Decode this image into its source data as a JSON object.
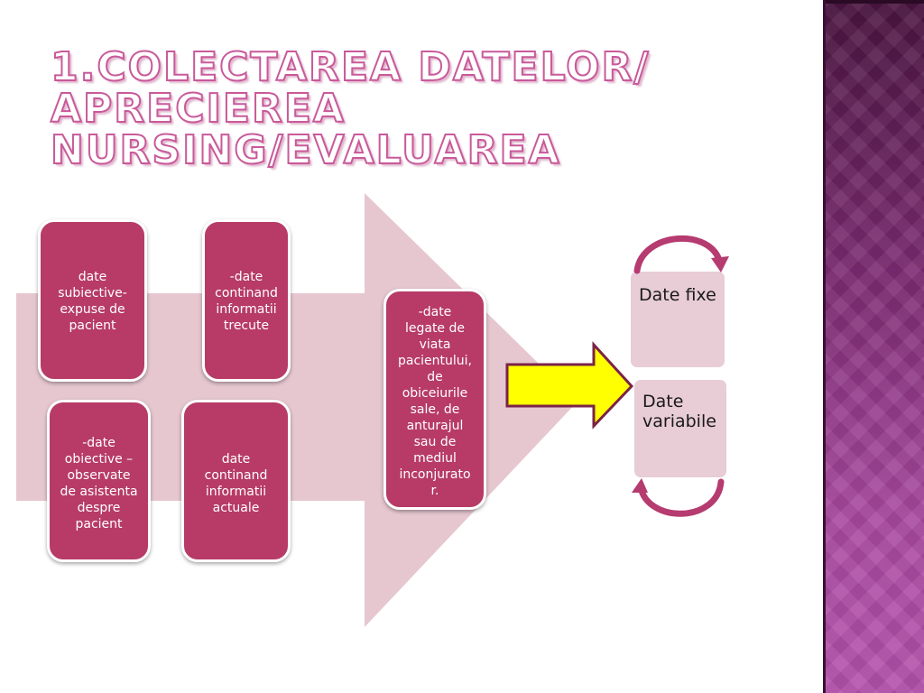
{
  "title": {
    "line1": "1.COLECTAREA  DATELOR/",
    "line2": "APRECIEREA NURSING/EVALUAREA"
  },
  "diagram": {
    "boxes": {
      "subjective": "date subiective-\nexpuse de\npacient",
      "past_info": "-date\ncontinand\ninformatii\ntrecute",
      "objective": "-date\nobiective –\nobservate\nde asistenta\ndespre\npacient",
      "current_info": "date\ncontinand\ninformatii\nactuale",
      "life_data": "-date\nlegate de\nviata\npacientului,\nde\nobiceiurile\nsale, de\nanturajul\nsau  de\nmediul\ninconjurato\nr."
    },
    "cycle": {
      "fixed": "Date fixe",
      "variable": "Date\nvariabile"
    }
  },
  "colors": {
    "box_fill": "#b73b66",
    "big_arrow": "#e6c7d0",
    "cycle_fill": "#e8ccd6",
    "cycle_arrow": "#b53b70",
    "yellow_arrow": "#ffff00",
    "yellow_arrow_border": "#7a2346",
    "sidebar": "#7d2c73"
  }
}
